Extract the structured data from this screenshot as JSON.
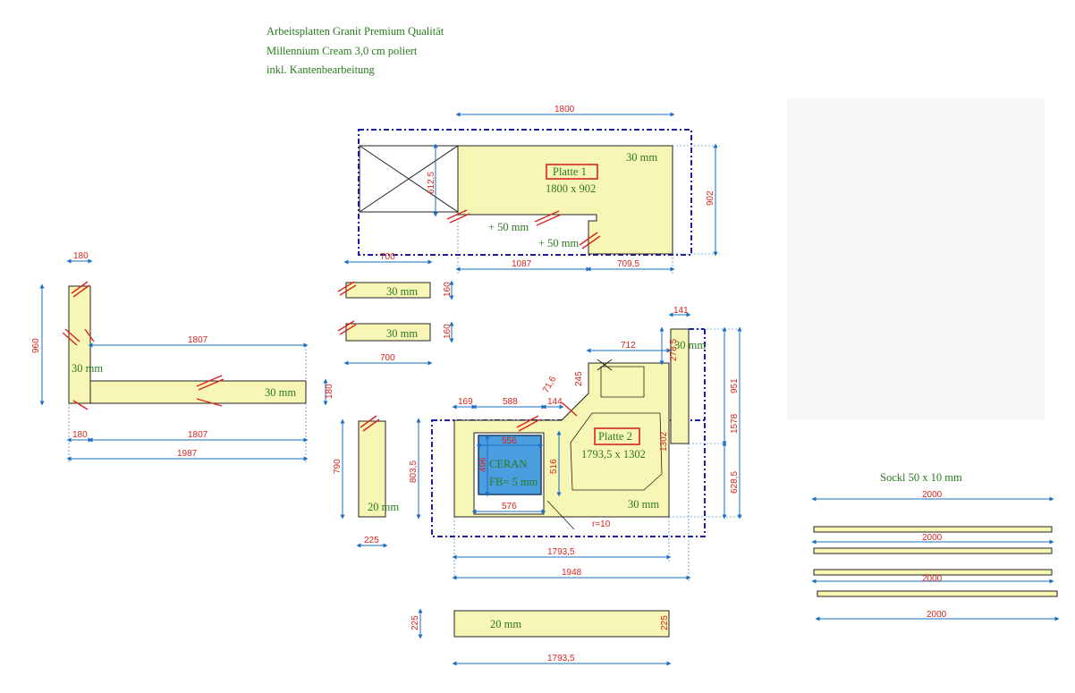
{
  "header": {
    "line1": "Arbeitsplatten Granit Premium Qualität",
    "line2": "Millennium Cream 3,0 cm poliert",
    "line3": "inkl. Kantenbearbeitung"
  },
  "plate1": {
    "name": "Platte 1",
    "size": "1800 x 902",
    "thickness": "30 mm",
    "dims": {
      "top": "1800",
      "right": "902",
      "left_depth": "612,5",
      "bottom_left": "1087",
      "bottom_right": "709,5"
    },
    "extra1": "+ 50 mm",
    "extra2": "+ 50 mm"
  },
  "plate2": {
    "name": "Platte 2",
    "size": "1793,5 x 1302",
    "thickness_right": "30 mm",
    "thickness_bottom": "30 mm",
    "cooktop_label1": "CERAN",
    "cooktop_label2": "FB= 5 mm",
    "dims": {
      "d169": "169",
      "d588": "588",
      "d144": "144",
      "d712": "712",
      "d141": "141",
      "d2785": "278,5",
      "d7165": "71,6",
      "d245": "245",
      "d556": "556",
      "d496": "496",
      "d516": "516",
      "d576": "576",
      "d1302": "1302",
      "d951": "951",
      "d1578": "1578",
      "d6285": "628,5",
      "d8035": "803,5",
      "d17935": "1793,5",
      "d1948": "1948",
      "radius": "r=10"
    }
  },
  "strips": {
    "s1": {
      "len": "700",
      "h": "160",
      "t": "30 mm"
    },
    "s2": {
      "len": "700",
      "h": "160",
      "t": "30 mm"
    }
  },
  "lshape": {
    "d180_top": "180",
    "d960": "960",
    "d1807_top": "1807",
    "d180_right": "180",
    "d180_bottom": "180",
    "d1807_bottom": "1807",
    "d1987": "1987",
    "t_vertical": "30 mm",
    "t_horizontal": "30 mm"
  },
  "vertical_strip": {
    "h": "790",
    "w": "225",
    "t": "20 mm"
  },
  "bottom_strip": {
    "len": "1793,5",
    "left_h": "225",
    "right_h": "225",
    "t": "20 mm"
  },
  "sockel": {
    "title": "Sockl 50 x 10 mm",
    "lengths": [
      "2000",
      "2000",
      "2000",
      "2000"
    ]
  },
  "colors": {
    "slab": "#f8f6b4",
    "dimension": "#1a6fc2",
    "dim_text": "#d8241e",
    "label": "#2a7a1e",
    "frame": "#1c1ca8",
    "cooktop": "#4a9ee0"
  }
}
